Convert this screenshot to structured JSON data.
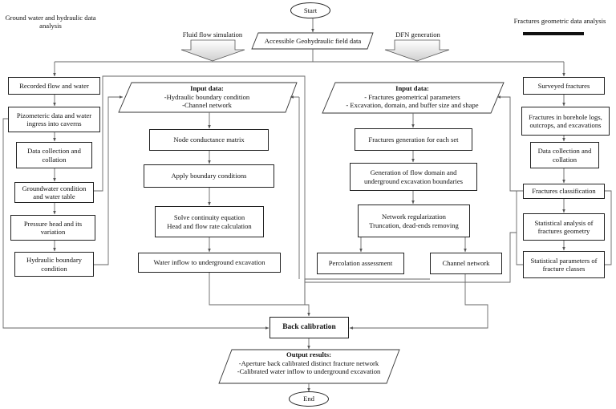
{
  "start_label": "Start",
  "end_label": "End",
  "headers": {
    "groundwater": "Ground water and hydraulic data analysis",
    "fluid": "Fluid flow simulation",
    "accessible": "Accessible Geohydraulic field data",
    "dfn": "DFN generation",
    "fractures_geo": "Fractures geometric data analysis"
  },
  "col1": {
    "recorded": "Recorded flow and water",
    "piezometric": "Pizometeric data and water ingress into caverns",
    "data_collection": "Data collection and collation",
    "groundwater_condition": "Groundwater condition and water table",
    "pressure_head": "Pressure head and its variation",
    "hydraulic_boundary": "Hydraulic boundary condition"
  },
  "col2": {
    "input_title": "Input data:",
    "input_lines": [
      "-Hydraulic boundary condition",
      "-Channel network"
    ],
    "node_matrix": "Node conductance matrix",
    "apply_bc": "Apply boundary conditions",
    "solve_lines": [
      "Solve continuity equation",
      "Head and flow rate calculation"
    ],
    "water_inflow": "Water inflow to underground excavation"
  },
  "col3": {
    "input_title": "Input data:",
    "input_lines": [
      "- Fractures geometrical parameters",
      "- Excavation, domain, and buffer size and shape"
    ],
    "fractures_gen": "Fractures generation for each set",
    "flow_domain": "Generation of flow domain and underground excavation boundaries",
    "network_lines": [
      "Network regularization",
      "Truncation, dead-ends removing"
    ],
    "percolation": "Percolation assessment",
    "channel_network": "Channel network"
  },
  "col4": {
    "surveyed": "Surveyed fractures",
    "borehole": "Fractures in borehole logs, outcrops, and excavations",
    "data_collection": "Data collection and collation",
    "classification": "Fractures classification",
    "statistical_analysis": "Statistical analysis of fractures geometry",
    "statistical_params": "Statistical parameters of fracture classes"
  },
  "back_calibration": "Back calibration",
  "output": {
    "title": "Output results:",
    "lines": [
      "-Aperture back calibrated distinct fracture network",
      "-Calibrated water inflow to underground excavation"
    ]
  }
}
